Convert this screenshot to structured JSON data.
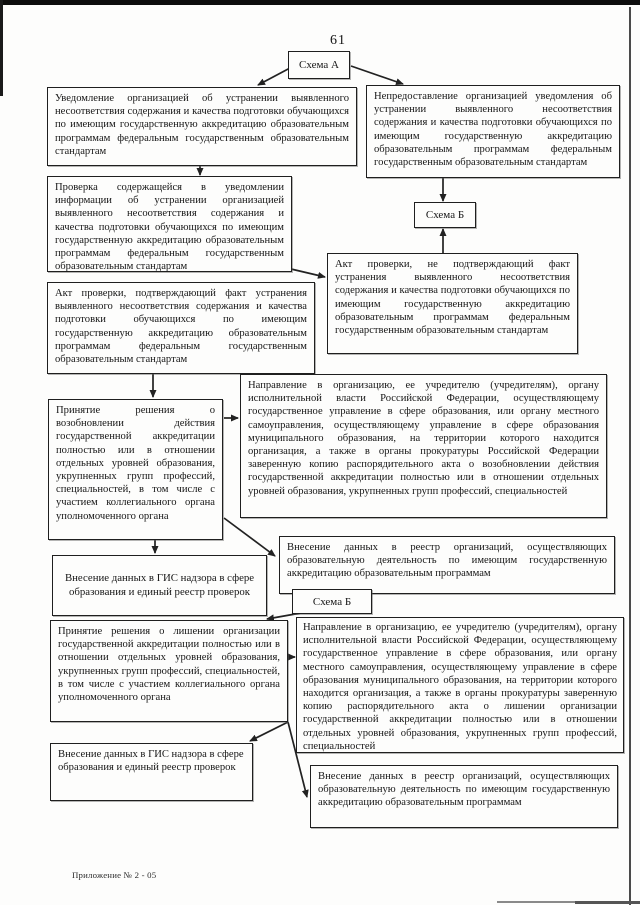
{
  "page": {
    "number": "61",
    "footer": "Приложение № 2 - 05"
  },
  "nodes": {
    "schema_a": {
      "label": "Схема А"
    },
    "schema_b_1": {
      "label": "Схема Б"
    },
    "schema_b_2": {
      "label": "Схема Б"
    },
    "uvedomlenie": {
      "label": "Уведомление организацией об устранении выявленного несоответствия содержания и качества подготовки обучающихся по имеющим государственную аккредитацию образовательным программам федеральным государственным образовательным стандартам"
    },
    "nepredostavlenie": {
      "label": "Непредоставление организацией уведомления об устранении выявленного несоответствия содержания и качества подготовки обучающихся по имеющим государственную аккредитацию образовательным программам федеральным государственным образовательным стандартам"
    },
    "proverka": {
      "label": "Проверка содержащейся в уведомлении информации об устранении организацией выявленного несоответствия содержания и качества подготовки обучающихся по имеющим государственную аккредитацию образовательным программам федеральным государственным образовательным стандартам"
    },
    "akt_podtverzhdayushchiy": {
      "label": "Акт проверки, подтверждающий факт устранения выявленного несоответствия содержания и качества подготовки обучающихся по имеющим государственную аккредитацию образовательным программам федеральным государственным образовательным стандартам"
    },
    "akt_ne_podtverzhdayushchiy": {
      "label": "Акт проверки, не подтверждающий факт устранения выявленного несоответствия содержания и качества подготовки обучающихся по имеющим государственную аккредитацию образовательным программам федеральным государственным образовательным стандартам"
    },
    "prinyatie_vozobnovlenie": {
      "label": "Принятие решения о возобновлении действия государственной аккредитации полностью или в отношении отдельных уровней образования, укрупненных групп профессий, специальностей, в том числе с участием коллегиального органа уполномоченного органа"
    },
    "napravlenie_vozobnovlenie": {
      "label": "Направление в организацию, ее учредителю (учредителям), органу исполнительной власти Российской Федерации, осуществляющему государственное управление в сфере образования, или органу местного самоуправления, осуществляющему управление в сфере образования муниципального образования, на территории которого находится организация, а также в органы прокуратуры Российской Федерации заверенную копию распорядительного акта о возобновлении действия государственной аккредитации полностью или в отношении отдельных уровней образования, укрупненных групп профессий, специальностей"
    },
    "gis_1": {
      "label": "Внесение данных в ГИС надзора в сфере образования и единый реестр проверок"
    },
    "reestr_1": {
      "label": "Внесение данных в реестр организаций, осуществляющих образовательную деятельность по имеющим государственную аккредитацию образовательным программам"
    },
    "prinyatie_lishenie": {
      "label": "Принятие решения о лишении организации государственной аккредитации полностью или в отношении отдельных уровней образования, укрупненных групп профессий, специальностей, в том числе с участием коллегиального органа уполномоченного органа"
    },
    "napravlenie_lishenie": {
      "label": "Направление в организацию, ее учредителю (учредителям), органу исполнительной власти Российской Федерации, осуществляющему государственное управление в сфере образования, или органу местного самоуправления, осуществляющему управление в сфере образования муниципального образования, на территории которого находится организация, а также в органы прокуратуры заверенную копию распорядительного акта о лишении организации государственной аккредитации полностью или в отношении отдельных уровней образования, укрупненных групп профессий, специальностей"
    },
    "gis_2": {
      "label": "Внесение данных в ГИС надзора в сфере образования и единый реестр проверок"
    },
    "reestr_2": {
      "label": "Внесение данных в реестр организаций, осуществляющих образовательную деятельность по имеющим государственную аккредитацию образовательным программам"
    }
  }
}
